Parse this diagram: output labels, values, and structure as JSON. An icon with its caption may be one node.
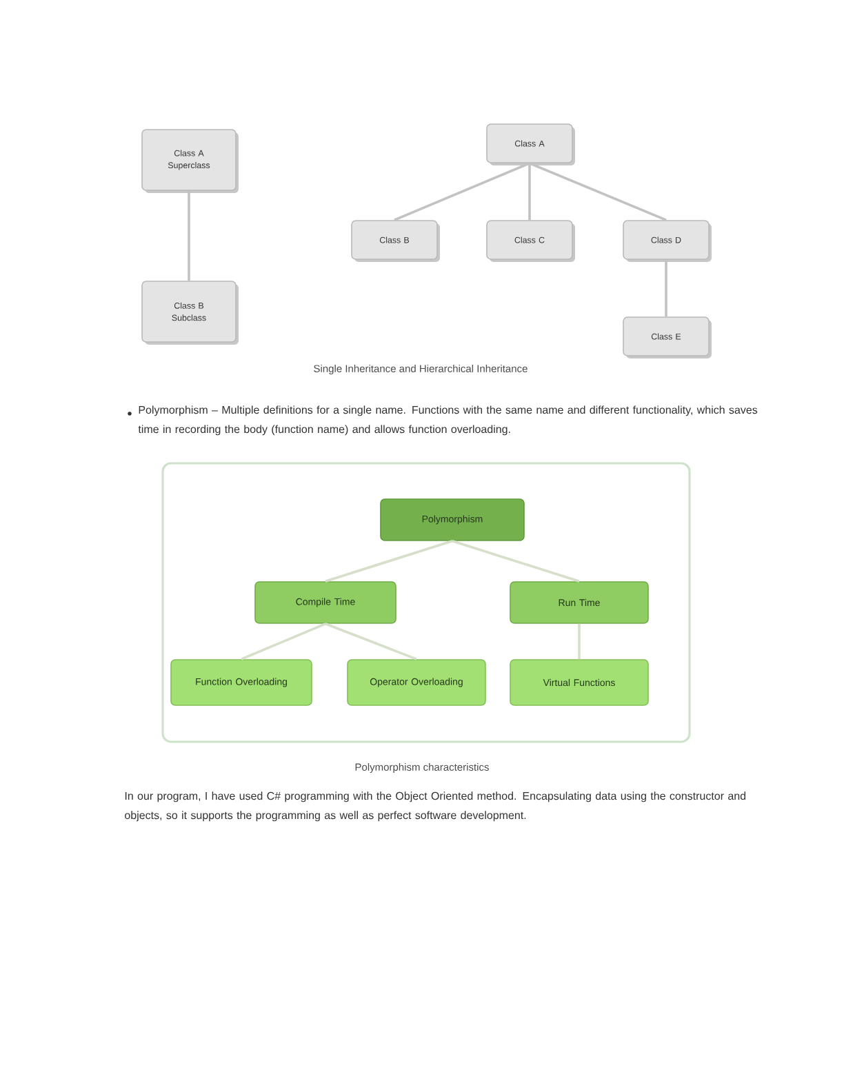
{
  "diagram": {
    "nodes": [
      {
        "text": [
          "Class A",
          "Superclass"
        ]
      },
      {
        "text": [
          "Class B",
          "Subclass"
        ]
      },
      {
        "text": [
          "Class A"
        ]
      },
      {
        "text": [
          "Class B"
        ]
      },
      {
        "text": [
          "Class C"
        ]
      },
      {
        "text": [
          "Class D"
        ]
      },
      {
        "text": [
          "Class E"
        ]
      },
      {
        "text": [],
        "shape": "box"
      },
      {
        "text": [
          "Polymorphism"
        ],
        "in": 7
      },
      {
        "text": [
          "Compile Time"
        ],
        "in": 7
      },
      {
        "text": [
          "Run Time"
        ],
        "in": 7
      },
      {
        "text": [
          "Function Overloading"
        ],
        "in": 7
      },
      {
        "text": [
          "Operator Overloading"
        ],
        "in": 7
      },
      {
        "text": [
          "Virtual Functions"
        ],
        "in": 7
      }
    ],
    "edges": [
      {
        "from": 0,
        "to": 1,
        "arrow": "none"
      },
      {
        "from": 2,
        "to": 3,
        "arrow": "none"
      },
      {
        "from": 2,
        "to": 4,
        "arrow": "none"
      },
      {
        "from": 2,
        "to": 5,
        "arrow": "none"
      },
      {
        "from": 5,
        "to": 6,
        "arrow": "none"
      },
      {
        "from": 8,
        "to": 9,
        "arrow": "none",
        "color": "#d5dfc9"
      },
      {
        "from": 8,
        "to": 10,
        "arrow": "none",
        "color": "#d5dfc9"
      },
      {
        "from": 9,
        "to": 11,
        "arrow": "none",
        "color": "#d5dfc9"
      },
      {
        "from": 9,
        "to": 12,
        "arrow": "none",
        "color": "#d5dfc9"
      },
      {
        "from": 10,
        "to": 13,
        "arrow": "none",
        "color": "#d5dfc9"
      }
    ],
    "labels": [
      "Single Inheritance and Hierarchical Inheritance",
      "Polymorphism – Multiple definitions for a single name. Functions with the same name and different functionality, which saves time in recording the body (function name) and allows function overloading.",
      "Polymorphism characteristics",
      "In our program, I have used C# programming with the Object Oriented method. Encapsulating data using the constructor and objects, so it supports the programming as well as perfect software development."
    ]
  }
}
